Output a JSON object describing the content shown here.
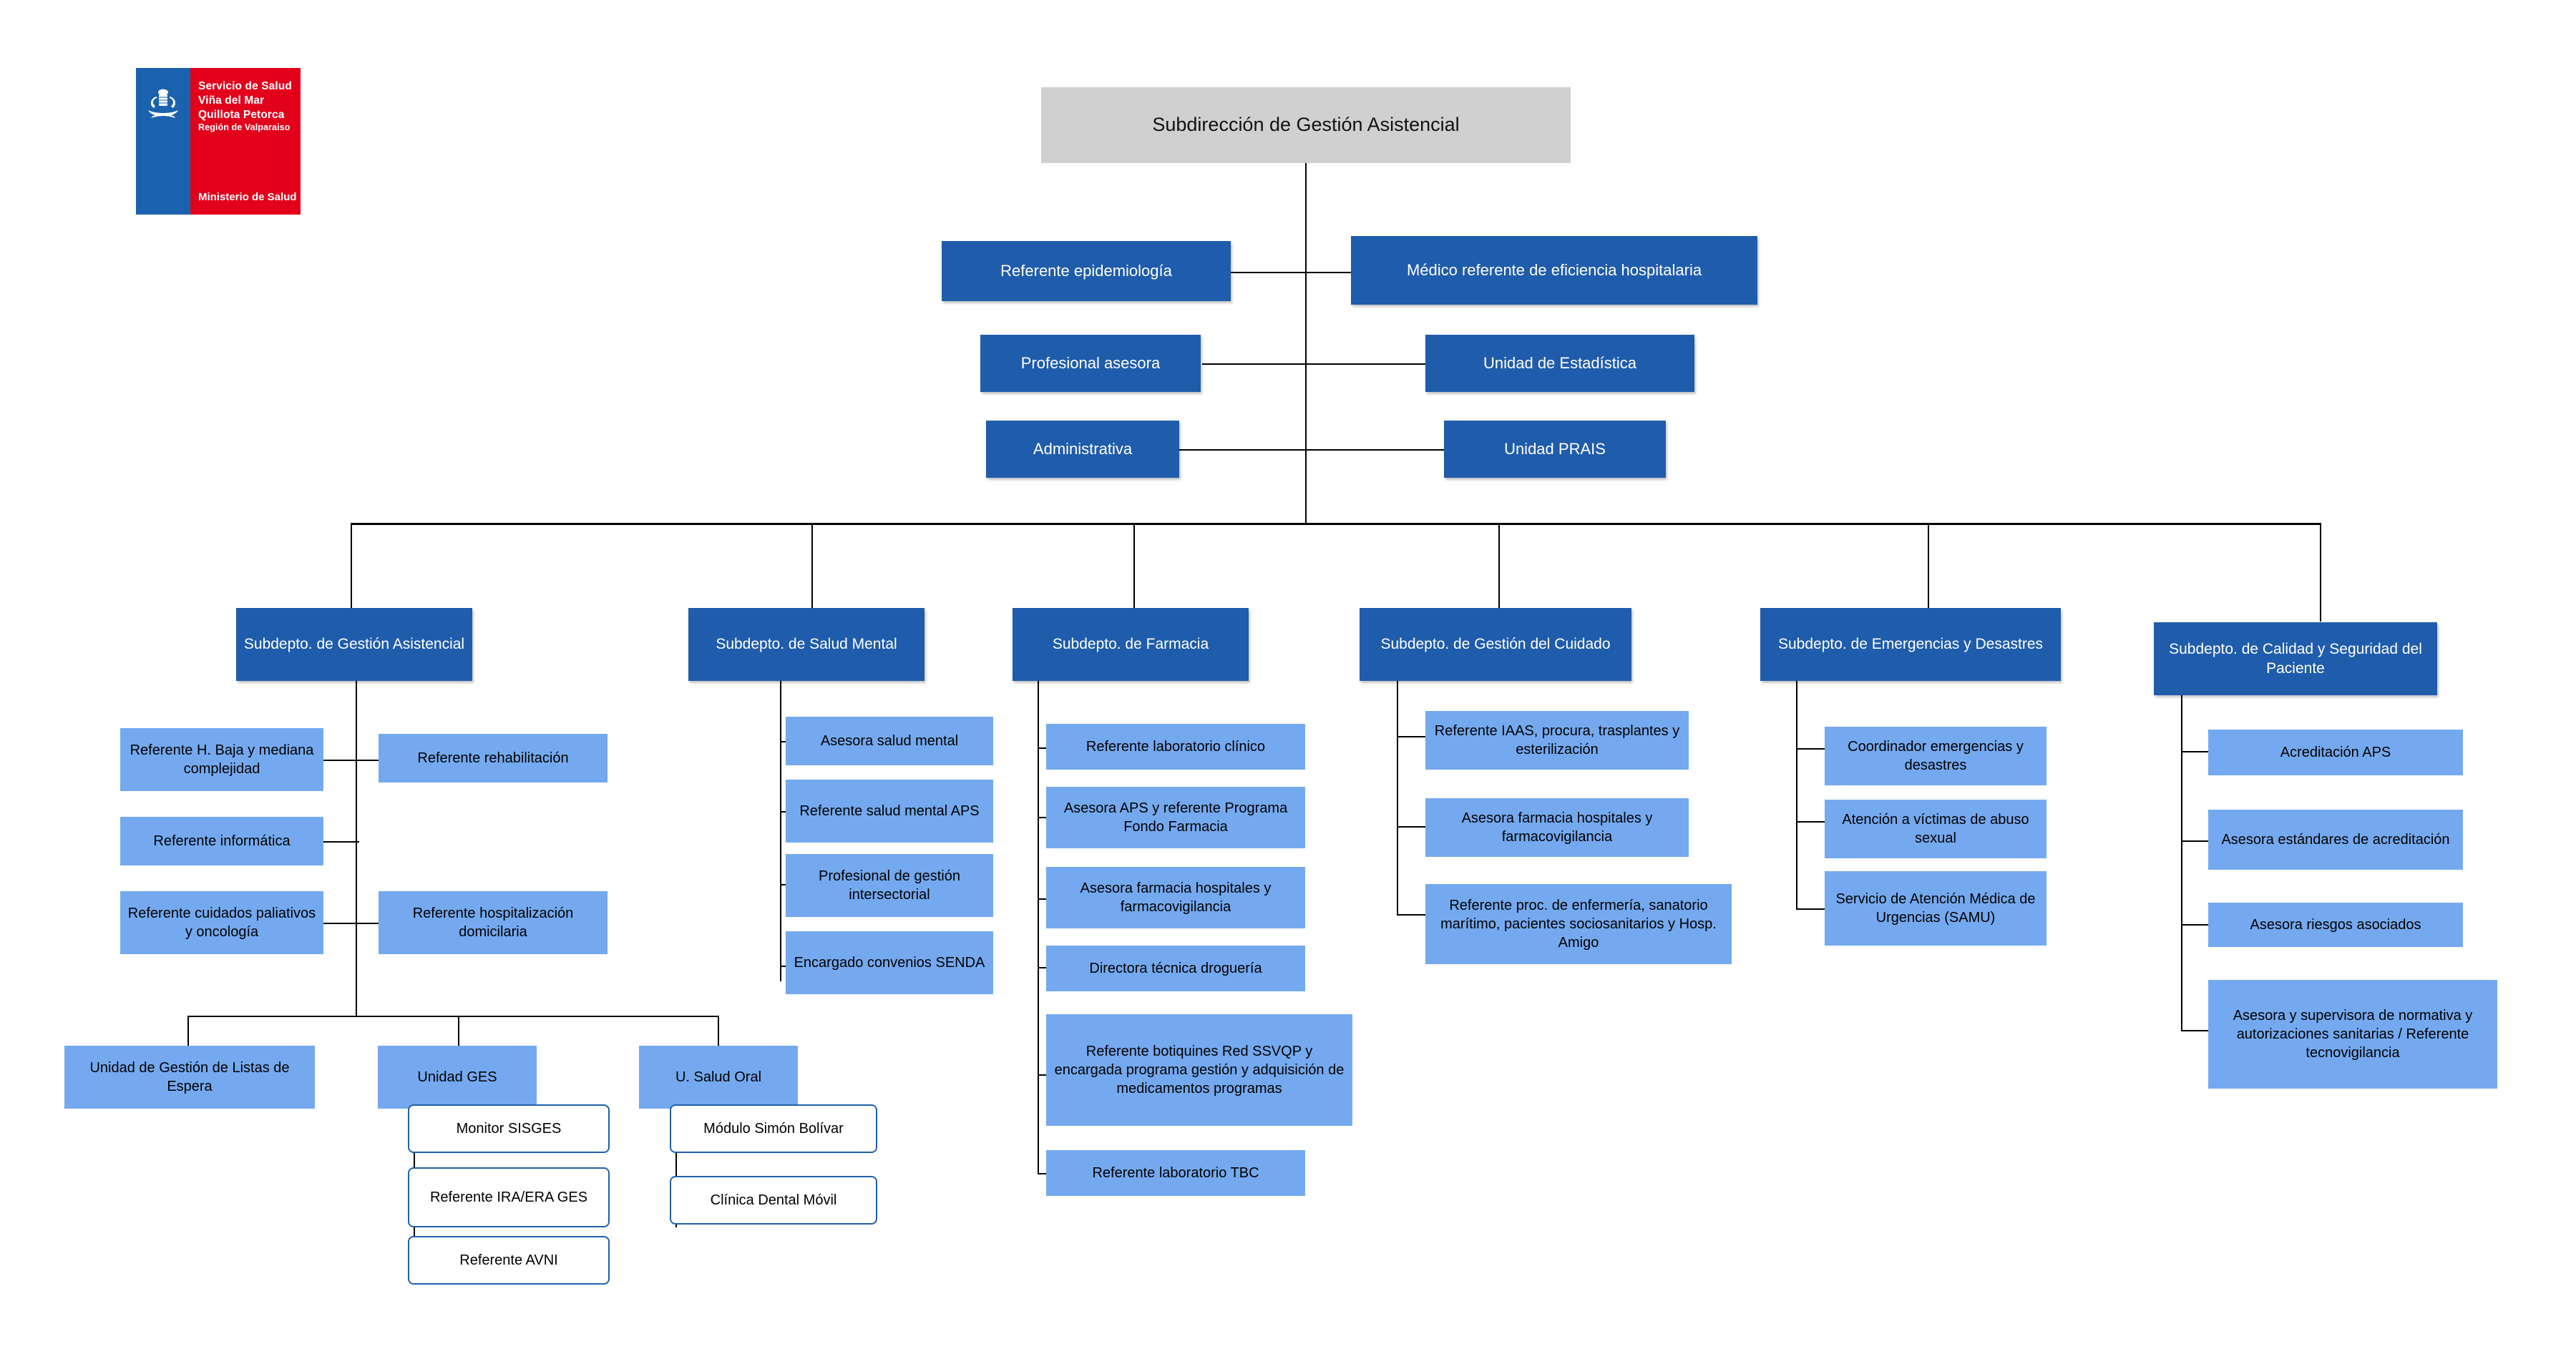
{
  "logo": {
    "line1": "Servicio de Salud",
    "line2": "Viña del Mar",
    "line3": "Quillota Petorca",
    "line4": "Región de Valparaiso",
    "ministry": "Ministerio de Salud",
    "colors": {
      "blue": "#1b62ae",
      "red": "#e3001b"
    }
  },
  "colors": {
    "root_fill": "#d0d0d0",
    "dark_blue": "#1f5cab",
    "light_blue": "#74a9ef",
    "outline_border": "#2060ad",
    "connector": "#000000"
  },
  "chart_data": {
    "type": "diagram",
    "title": "Subdirección de Gestión Asistencial",
    "root": "Subdirección de Gestión Asistencial",
    "staff": [
      {
        "left": "Referente epidemiología",
        "right": "Médico referente de eficiencia hospitalaria"
      },
      {
        "left": "Profesional asesora",
        "right": "Unidad de Estadística"
      },
      {
        "left": "Administrativa",
        "right": "Unidad PRAIS"
      }
    ],
    "departments": [
      {
        "name": "Subdepto. de Gestión Asistencial",
        "left_children": [
          "Referente H. Baja y mediana complejidad",
          "Referente informática",
          "Referente cuidados paliativos y oncología"
        ],
        "right_children": [
          "Referente rehabilitación",
          "Referente hospitalización domicilaria"
        ],
        "units": [
          {
            "name": "Unidad de Gestión de Listas de Espera",
            "children": []
          },
          {
            "name": "Unidad GES",
            "children": [
              "Monitor SISGES",
              "Referente IRA/ERA GES",
              "Referente AVNI"
            ]
          },
          {
            "name": "U. Salud Oral",
            "children": [
              "Módulo Simón Bolívar",
              "Clínica Dental Móvil"
            ]
          }
        ]
      },
      {
        "name": "Subdepto. de Salud Mental",
        "children": [
          "Asesora salud mental",
          "Referente salud mental APS",
          "Profesional de gestión intersectorial",
          "Encargado convenios SENDA"
        ]
      },
      {
        "name": "Subdepto. de Farmacia",
        "children": [
          "Referente laboratorio clínico",
          "Asesora APS y referente Programa Fondo Farmacia",
          "Asesora farmacia hospitales y farmacovigilancia",
          "Directora técnica droguería",
          "Referente botiquines Red SSVQP y encargada programa gestión y adquisición de medicamentos programas",
          "Referente laboratorio TBC"
        ]
      },
      {
        "name": "Subdepto. de Gestión del Cuidado",
        "children": [
          "Referente IAAS, procura, trasplantes y esterilización",
          "Asesora farmacia hospitales y farmacovigilancia",
          "Referente proc. de enfermería, sanatorio marítimo, pacientes sociosanitarios y Hosp. Amigo"
        ]
      },
      {
        "name": "Subdepto. de Emergencias y Desastres",
        "children": [
          "Coordinador emergencias y desastres",
          "Atención a víctimas de abuso sexual",
          "Servicio de Atención Médica de Urgencias (SAMU)"
        ]
      },
      {
        "name": "Subdepto. de Calidad y Seguridad del Paciente",
        "children": [
          "Acreditación APS",
          "Asesora estándares de acreditación",
          "Asesora riesgos asociados",
          "Asesora y supervisora de normativa y autorizaciones sanitarias / Referente tecnovigilancia"
        ]
      }
    ]
  }
}
